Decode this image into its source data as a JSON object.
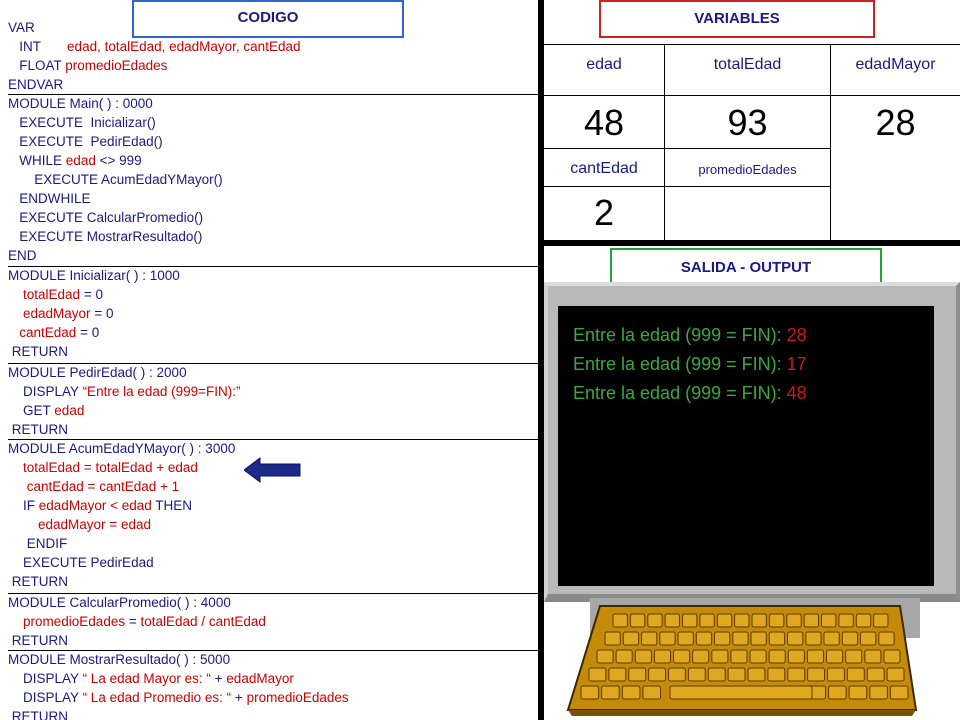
{
  "labels": {
    "code": "CODIGO",
    "variables": "VARIABLES",
    "output": "SALIDA - OUTPUT"
  },
  "code": {
    "var_section": [
      "VAR",
      "INT",
      "edad, totalEdad, edadMayor, cantEdad",
      "FLOAT",
      "promedioEdades",
      "ENDVAR"
    ],
    "main": [
      "MODULE Main( ) : 0000",
      "EXECUTE",
      "Inicializar()",
      "EXECUTE",
      "PedirEdad()",
      "WHILE",
      "edad",
      "<> 999",
      "EXECUTE",
      "AcumEdadYMayor()",
      "ENDWHILE",
      "EXECUTE",
      "CalcularPromedio()",
      "EXECUTE",
      "MostrarResultado()",
      "END"
    ],
    "inicializar": [
      "MODULE Inicializar( ) : 1000",
      "totalEdad",
      "= 0",
      "edadMayor",
      "= 0",
      "cantEdad",
      "= 0",
      "RETURN"
    ],
    "pedir": [
      "MODULE PedirEdad( ) : 2000",
      "DISPLAY",
      "“Entre la edad (999=FIN):”",
      "GET",
      "edad",
      "RETURN"
    ],
    "acum": [
      "MODULE AcumEdadYMayor( ) : 3000",
      "totalEdad = totalEdad + edad",
      "cantEdad = cantEdad + 1",
      "IF",
      "edadMayor < edad",
      "THEN",
      "edadMayor = edad",
      "ENDIF",
      "EXECUTE",
      "PedirEdad",
      "RETURN"
    ],
    "calcular": [
      "MODULE CalcularPromedio( ) : 4000",
      "promedioEdades",
      "=",
      "totalEdad / cantEdad",
      "RETURN"
    ],
    "mostrar": [
      "MODULE MostrarResultado( ) : 5000",
      "DISPLAY",
      "“ La edad Mayor es: “",
      "+",
      "edadMayor",
      "DISPLAY",
      "“ La edad Promedio es: “",
      "+",
      "promedioEdades",
      "RETURN"
    ]
  },
  "variables": {
    "edad": {
      "name": "edad",
      "value": "48"
    },
    "totalEdad": {
      "name": "totalEdad",
      "value": "93"
    },
    "edadMayor": {
      "name": "edadMayor",
      "value": "28"
    },
    "cantEdad": {
      "name": "cantEdad",
      "value": "2"
    },
    "promedioEdades": {
      "name": "promedioEdades",
      "value": ""
    }
  },
  "output": {
    "lines": [
      {
        "prompt": "Entre la edad (999 = FIN): ",
        "input": "28"
      },
      {
        "prompt": "Entre la edad (999 = FIN): ",
        "input": "17"
      },
      {
        "prompt": "Entre la edad (999 = FIN): ",
        "input": "48"
      }
    ]
  },
  "colors": {
    "keyword": "#1a1a80",
    "variable": "#cc0000",
    "screen_text": "#3da83d",
    "screen_input": "#d01818",
    "arrow": "#1c2a8a"
  },
  "icons": {
    "current_line_marker": "arrow-left-icon",
    "computer": "computer-monitor-icon",
    "keyboard": "keyboard-icon"
  }
}
